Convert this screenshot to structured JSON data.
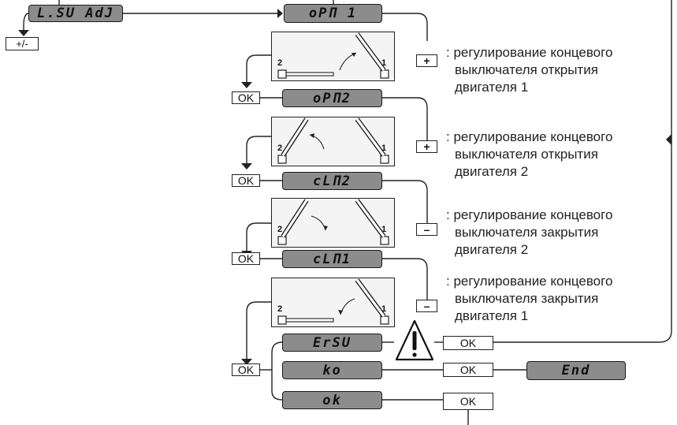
{
  "displays": {
    "lsu_adj": "L.SU AdJ",
    "op1": "oPП 1",
    "op2": "oPП2",
    "cl2": "cLП2",
    "cl1": "cLП1",
    "ersu": "ErSU",
    "ko": "ko",
    "ok": "ok",
    "end": "End"
  },
  "buttons": {
    "plus_minus": "+/-",
    "plus": "+",
    "minus": "–",
    "ok": "OK"
  },
  "motor_labels": {
    "m1": "1",
    "m2": "2"
  },
  "descriptions": [
    {
      "l1": ": регулирование концевого",
      "l2": "выключателя открытия",
      "l3": "двигателя 1"
    },
    {
      "l1": ": регулирование концевого",
      "l2": "выключателя открытия",
      "l3": "двигателя 2"
    },
    {
      "l1": ": регулирование концевого",
      "l2": "выключателя закрытия",
      "l3": "двигателя 2"
    },
    {
      "l1": ": регулирование концевого",
      "l2": "выключателя закрытия",
      "l3": "двигателя 1"
    }
  ],
  "warning_icon": "warning-triangle-icon",
  "colors": {
    "display": "#8c8c8c",
    "line": "#222222",
    "panel": "#f4f4f4"
  }
}
